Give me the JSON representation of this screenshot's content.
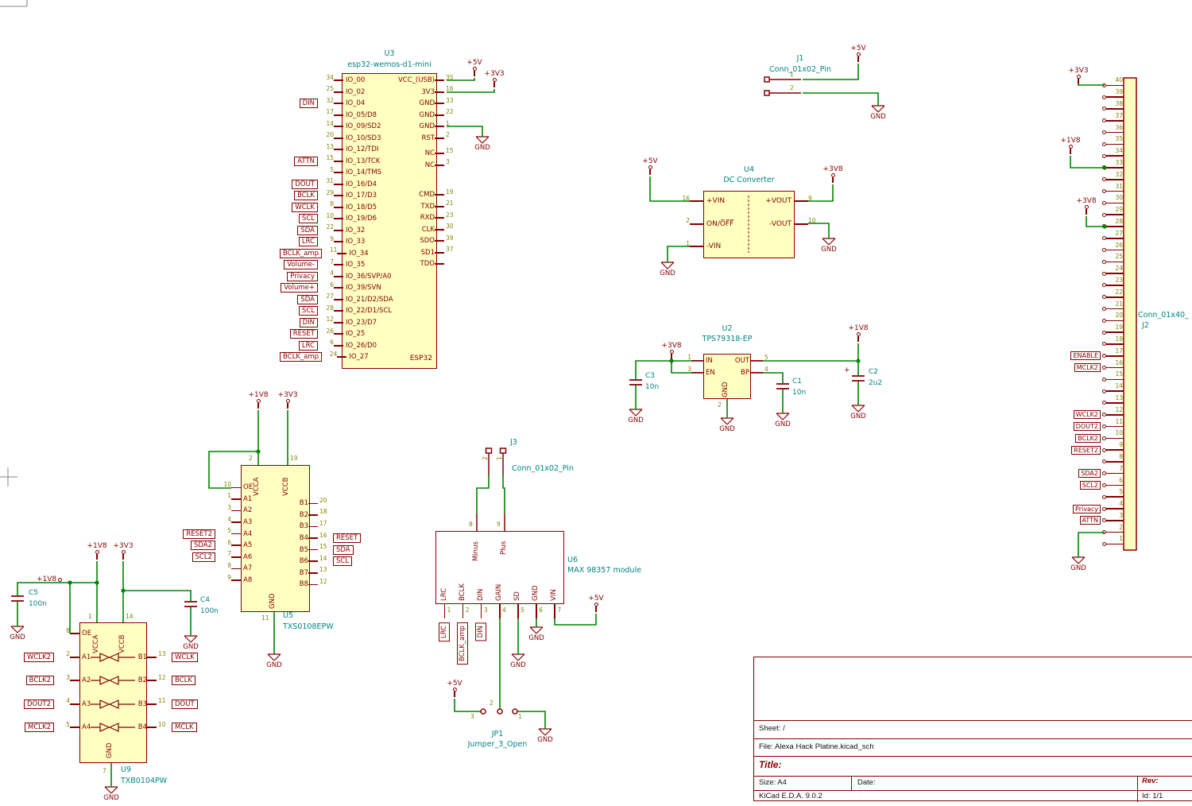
{
  "nets": {
    "p5v": "+5V",
    "p3v3": "+3V3",
    "p3v8": "+3V8",
    "p1v8": "+1V8",
    "gnd": "GND"
  },
  "u3": {
    "ref": "U3",
    "value": "esp32-wemos-d1-mini",
    "body_label": "ESP32",
    "left_pins": [
      {
        "num": "34",
        "name": "IO_00",
        "label": ""
      },
      {
        "num": "25",
        "name": "IO_02",
        "label": ""
      },
      {
        "num": "32",
        "name": "IO_04",
        "label": "DIN"
      },
      {
        "num": "17",
        "name": "IO_05/D8",
        "label": ""
      },
      {
        "num": "14",
        "name": "IO_09/SD2",
        "label": ""
      },
      {
        "num": "20",
        "name": "IO_10/SD3",
        "label": ""
      },
      {
        "num": "13",
        "name": "IO_12/TDI",
        "label": ""
      },
      {
        "num": "15",
        "name": "IO_13/TCK",
        "label": "ATTN"
      },
      {
        "num": "5",
        "name": "IO_14/TMS",
        "label": ""
      },
      {
        "num": "31",
        "name": "IO_16/D4",
        "label": "DOUT"
      },
      {
        "num": "29",
        "name": "IO_17/D3",
        "label": "BCLK"
      },
      {
        "num": "8",
        "name": "IO_18/D5",
        "label": "WCLK"
      },
      {
        "num": "10",
        "name": "IO_19/D6",
        "label": "SCL"
      },
      {
        "num": "22",
        "name": "IO_32",
        "label": "SDA"
      },
      {
        "num": "9",
        "name": "IO_33",
        "label": "LRC"
      },
      {
        "num": "11",
        "name": "IO_34",
        "label": "BCLK_amp"
      },
      {
        "num": "7",
        "name": "IO_35",
        "label": "Volume-"
      },
      {
        "num": "4",
        "name": "IO_36/SVP/A0",
        "label": "Privacy"
      },
      {
        "num": "6",
        "name": "IO_39/SVN",
        "label": "Volume+"
      },
      {
        "num": "27",
        "name": "IO_21/D2/SDA",
        "label": "SDA"
      },
      {
        "num": "28",
        "name": "IO_22/D1/SCL",
        "label": "SCL"
      },
      {
        "num": "12",
        "name": "IO_23/D7",
        "label": "DIN"
      },
      {
        "num": "26",
        "name": "IO_25",
        "label": "RESET"
      },
      {
        "num": "6",
        "name": "IO_26/D0",
        "label": "LRC"
      },
      {
        "num": "24",
        "name": "IO_27",
        "label": "BCLK_amp"
      }
    ],
    "right_a": [
      {
        "num": "35",
        "name": "VCC_(USB)"
      },
      {
        "num": "16",
        "name": "3V3"
      },
      {
        "num": "33",
        "name": "GND"
      },
      {
        "num": "22",
        "name": "GND"
      },
      {
        "num": "1",
        "name": "GND"
      },
      {
        "num": "2",
        "name": "RST"
      }
    ],
    "right_b": [
      {
        "num": "15",
        "name": "NC"
      },
      {
        "num": "3",
        "name": "NC"
      }
    ],
    "right_c": [
      {
        "num": "19",
        "name": "CMD"
      },
      {
        "num": "21",
        "name": "TXD"
      },
      {
        "num": "23",
        "name": "RXD"
      },
      {
        "num": "30",
        "name": "CLK"
      },
      {
        "num": "39",
        "name": "SDO"
      },
      {
        "num": "37",
        "name": "SD1"
      },
      {
        "num": "",
        "name": "TDO"
      }
    ]
  },
  "u4": {
    "ref": "U4",
    "value": "DC Converter",
    "left_pins": [
      {
        "num": "16",
        "name": "+VIN"
      },
      {
        "num": "2",
        "name": "ON/O̅F̅F̅"
      },
      {
        "num": "1",
        "name": "-VIN"
      }
    ],
    "right_pins": [
      {
        "num": "9",
        "name": "+VOUT"
      },
      {
        "num": "10",
        "name": "-VOUT"
      }
    ]
  },
  "u2": {
    "ref": "U2",
    "value": "TPS79318-EP",
    "left_pins": [
      {
        "num": "1",
        "name": "IN"
      },
      {
        "num": "3",
        "name": "EN"
      }
    ],
    "right_pins": [
      {
        "num": "5",
        "name": "OUT"
      },
      {
        "num": "4",
        "name": "BP"
      }
    ],
    "bottom_pin": {
      "num": "2",
      "name": "GND"
    }
  },
  "u5": {
    "ref": "U5",
    "value": "TXS0108EPW",
    "top_pins": [
      {
        "num": "2",
        "name": "VCCA"
      },
      {
        "num": "19",
        "name": "VCCB"
      }
    ],
    "bottom_pin": {
      "num": "11",
      "name": "GND"
    },
    "left_pins": [
      {
        "num": "10",
        "name": "OE",
        "label": ""
      },
      {
        "num": "1",
        "name": "A1",
        "label": ""
      },
      {
        "num": "3",
        "name": "A2",
        "label": ""
      },
      {
        "num": "4",
        "name": "A3",
        "label": ""
      },
      {
        "num": "5",
        "name": "A4",
        "label": "RESET2"
      },
      {
        "num": "6",
        "name": "A5",
        "label": "SDA2"
      },
      {
        "num": "7",
        "name": "A6",
        "label": "SCL2"
      },
      {
        "num": "8",
        "name": "A7",
        "label": ""
      },
      {
        "num": "9",
        "name": "A8",
        "label": ""
      }
    ],
    "right_pins": [
      {
        "num": "20",
        "name": "B1",
        "label": ""
      },
      {
        "num": "18",
        "name": "B2",
        "label": ""
      },
      {
        "num": "17",
        "name": "B3",
        "label": ""
      },
      {
        "num": "16",
        "name": "B4",
        "label": "RESET"
      },
      {
        "num": "15",
        "name": "B5",
        "label": "SDA"
      },
      {
        "num": "14",
        "name": "B6",
        "label": "SCL"
      },
      {
        "num": "13",
        "name": "B7",
        "label": ""
      },
      {
        "num": "12",
        "name": "B8",
        "label": ""
      }
    ]
  },
  "u9": {
    "ref": "U9",
    "value": "TXB0104PW",
    "top_pins": [
      {
        "num": "1",
        "name": "VCCA"
      },
      {
        "num": "14",
        "name": "VCCB"
      }
    ],
    "oe_pin": {
      "num": "8",
      "name": "OE"
    },
    "bottom_pin": {
      "num": "7",
      "name": "GND"
    },
    "left_pins": [
      {
        "num": "2",
        "name": "A1",
        "label": "WCLK2"
      },
      {
        "num": "3",
        "name": "A2",
        "label": "BCLK2"
      },
      {
        "num": "4",
        "name": "A3",
        "label": "DOUT2"
      },
      {
        "num": "5",
        "name": "A4",
        "label": "MCLK2"
      }
    ],
    "right_pins": [
      {
        "num": "13",
        "name": "B1",
        "label": "WCLK"
      },
      {
        "num": "12",
        "name": "B2",
        "label": "BCLK"
      },
      {
        "num": "11",
        "name": "B3",
        "label": "DOUT"
      },
      {
        "num": "10",
        "name": "B4",
        "label": "MCLK"
      }
    ]
  },
  "u6": {
    "ref": "U6",
    "value": "MAX 98357 module",
    "top_pins": [
      {
        "num": "8",
        "name": "Minus"
      },
      {
        "num": "9",
        "name": "Plus"
      }
    ],
    "bottom_pins": [
      {
        "num": "1",
        "name": "LRC",
        "label": "LRC"
      },
      {
        "num": "2",
        "name": "BCLK",
        "label": "BCLK_amp"
      },
      {
        "num": "3",
        "name": "DIN",
        "label": "DIN"
      },
      {
        "num": "4",
        "name": "GAIN",
        "label": ""
      },
      {
        "num": "5",
        "name": "SD",
        "label": ""
      },
      {
        "num": "6",
        "name": "GND",
        "label": ""
      },
      {
        "num": "7",
        "name": "VIN",
        "label": ""
      }
    ]
  },
  "j1": {
    "ref": "J1",
    "value": "Conn_01x02_Pin",
    "pins": [
      "1",
      "2"
    ]
  },
  "j3": {
    "ref": "J3",
    "value": "Conn_01x02_Pin",
    "pins": [
      "2",
      "1"
    ]
  },
  "jp1": {
    "ref": "JP1",
    "value": "Jumper_3_Open",
    "pins": [
      "3",
      "2",
      "1"
    ]
  },
  "j2": {
    "ref": "J2",
    "value": "Conn_01x40_",
    "pins": [
      {
        "num": "40",
        "label": ""
      },
      {
        "num": "39",
        "label": ""
      },
      {
        "num": "38",
        "label": ""
      },
      {
        "num": "37",
        "label": ""
      },
      {
        "num": "36",
        "label": ""
      },
      {
        "num": "35",
        "label": ""
      },
      {
        "num": "34",
        "label": ""
      },
      {
        "num": "33",
        "label": ""
      },
      {
        "num": "32",
        "label": ""
      },
      {
        "num": "31",
        "label": ""
      },
      {
        "num": "30",
        "label": ""
      },
      {
        "num": "29",
        "label": ""
      },
      {
        "num": "28",
        "label": ""
      },
      {
        "num": "27",
        "label": ""
      },
      {
        "num": "26",
        "label": ""
      },
      {
        "num": "25",
        "label": ""
      },
      {
        "num": "24",
        "label": ""
      },
      {
        "num": "23",
        "label": ""
      },
      {
        "num": "22",
        "label": ""
      },
      {
        "num": "21",
        "label": ""
      },
      {
        "num": "20",
        "label": ""
      },
      {
        "num": "19",
        "label": ""
      },
      {
        "num": "18",
        "label": ""
      },
      {
        "num": "17",
        "label": "ENABLE"
      },
      {
        "num": "16",
        "label": "MCLK2"
      },
      {
        "num": "15",
        "label": ""
      },
      {
        "num": "14",
        "label": ""
      },
      {
        "num": "13",
        "label": ""
      },
      {
        "num": "12",
        "label": "WCLK2"
      },
      {
        "num": "11",
        "label": "DOUT2"
      },
      {
        "num": "10",
        "label": "BCLK2"
      },
      {
        "num": "9",
        "label": "RESET2"
      },
      {
        "num": "8",
        "label": ""
      },
      {
        "num": "7",
        "label": "SDA2"
      },
      {
        "num": "6",
        "label": "SCL2"
      },
      {
        "num": "5",
        "label": ""
      },
      {
        "num": "4",
        "label": "Privacy"
      },
      {
        "num": "3",
        "label": "ATTN"
      },
      {
        "num": "2",
        "label": ""
      },
      {
        "num": "1",
        "label": ""
      }
    ]
  },
  "c1": {
    "ref": "C1",
    "value": "10n"
  },
  "c2": {
    "ref": "C2",
    "value": "2u2",
    "polarity": "+"
  },
  "c3": {
    "ref": "C3",
    "value": "10n"
  },
  "c4": {
    "ref": "C4",
    "value": "100n"
  },
  "c5": {
    "ref": "C5",
    "value": "100n"
  },
  "title_block": {
    "sheet": "Sheet: /",
    "file": "File: Alexa Hack Platine.kicad_sch",
    "title": "Title:",
    "size": "Size: A4",
    "date": "Date:",
    "rev": "Rev:",
    "generator": "KiCad E.D.A. 9.0.2",
    "id": "Id: 1/1"
  }
}
